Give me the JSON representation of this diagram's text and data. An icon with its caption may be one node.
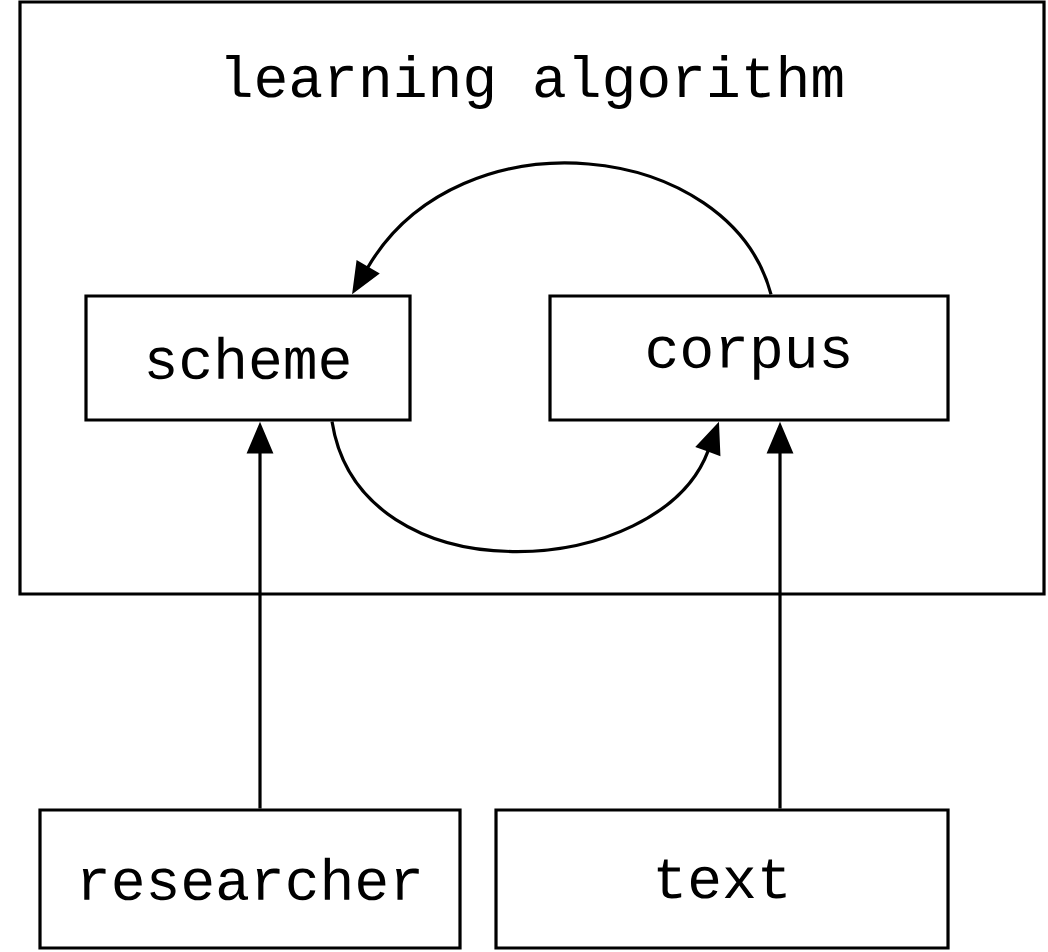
{
  "diagram": {
    "nodes": [
      {
        "text": [
          "learning algorithm"
        ]
      },
      {
        "text": [
          "scheme"
        ],
        "in": 0
      },
      {
        "text": [
          "corpus"
        ],
        "in": 0
      },
      {
        "text": [
          "researcher"
        ]
      },
      {
        "text": [
          "text"
        ]
      }
    ],
    "edges": [
      {
        "from": 2,
        "to": 1,
        "arrow": "to"
      },
      {
        "from": 1,
        "to": 2,
        "arrow": "to"
      },
      {
        "from": 3,
        "to": 1,
        "arrow": "to"
      },
      {
        "from": 4,
        "to": 2,
        "arrow": "to"
      }
    ]
  }
}
